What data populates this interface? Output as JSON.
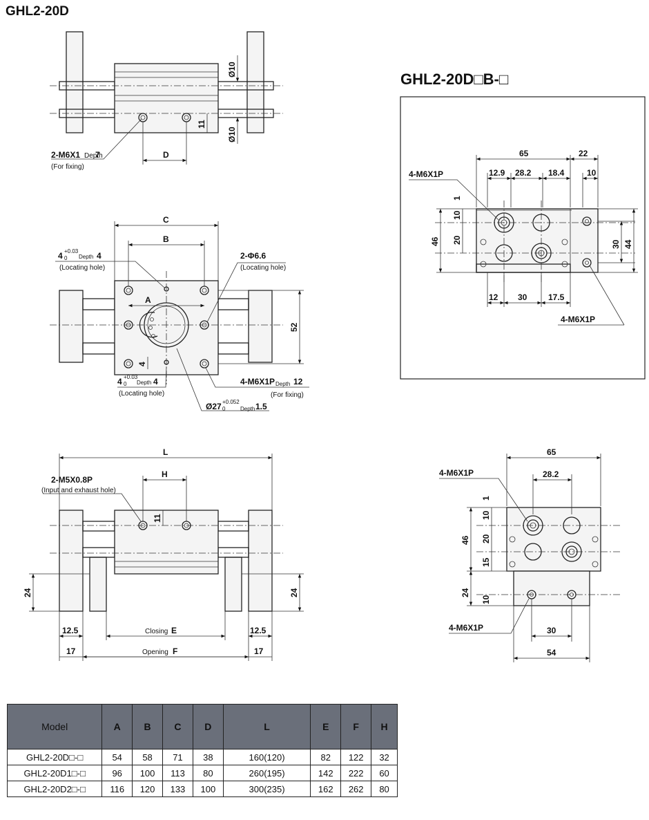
{
  "titles": {
    "main": "GHL2-20D",
    "option": "GHL2-20D□B-□"
  },
  "top_view": {
    "fixing_callout": "2-M6X1",
    "fixing_depth_label": "Depth",
    "fixing_depth_value": "7",
    "fixing_note": "(For fixing)",
    "dim_d": "D",
    "dim_11": "11",
    "dim_phi10_a": "Ø10",
    "dim_phi10_b": "Ø10"
  },
  "face_view": {
    "dim_c": "C",
    "dim_b": "B",
    "dim_a": "A",
    "dim_52": "52",
    "dim_4": "4",
    "loc_hole_top_main": "4",
    "loc_hole_top_tol": "+0.03",
    "loc_hole_top_tol0": "0",
    "loc_hole_top_depth_label": "Depth",
    "loc_hole_top_depth": "4",
    "loc_hole_top_note": "(Locating hole)",
    "phi66_callout": "2-Φ6.6",
    "phi66_note": "(Locating hole)",
    "loc_hole_bot_main": "4",
    "loc_hole_bot_tol": "+0.03",
    "loc_hole_bot_tol0": "0",
    "loc_hole_bot_depth_label": "Depth",
    "loc_hole_bot_depth": "4",
    "loc_hole_bot_note": "(Locating hole)",
    "fix_callout": "4-M6X1P",
    "fix_depth_label": "Depth",
    "fix_depth": "12",
    "fix_note": "(For fixing)",
    "bore_main": "Ø27",
    "bore_tol": "+0.052",
    "bore_tol0": "0",
    "bore_depth_label": "Depth",
    "bore_depth": "1.5"
  },
  "side_view": {
    "dim_l": "L",
    "dim_h": "H",
    "port_callout": "2-M5X0.8P",
    "port_note": "(Input and exhaust hole)",
    "dim_11": "11",
    "dim_24_left": "24",
    "dim_24_right": "24",
    "dim_125_left": "12.5",
    "dim_125_right": "12.5",
    "dim_17_left": "17",
    "dim_17_right": "17",
    "closing_label": "Closing",
    "closing_letter": "E",
    "opening_label": "Opening",
    "opening_letter": "F"
  },
  "option_view": {
    "dim_65": "65",
    "dim_22": "22",
    "dim_129": "12.9",
    "dim_282": "28.2",
    "dim_184": "18.4",
    "dim_10_top": "10",
    "callout_top": "4-M6X1P",
    "dim_1": "1",
    "dim_10": "10",
    "dim_20": "20",
    "dim_46": "46",
    "dim_30_right": "30",
    "dim_44": "44",
    "dim_12": "12",
    "dim_30_bottom": "30",
    "dim_175": "17.5",
    "callout_bottom": "4-M6X1P"
  },
  "bottom_right_view": {
    "dim_65": "65",
    "dim_282": "28.2",
    "callout_top": "4-M6X1P",
    "dim_1": "1",
    "dim_10": "10",
    "dim_20": "20",
    "dim_46": "46",
    "dim_15": "15",
    "dim_24": "24",
    "dim_10_low": "10",
    "callout_bottom": "4-M6X1P",
    "dim_30": "30",
    "dim_54": "54"
  },
  "table": {
    "headers": [
      "Model",
      "A",
      "B",
      "C",
      "D",
      "L",
      "E",
      "F",
      "H"
    ],
    "rows": [
      [
        "GHL2-20D□-□",
        "54",
        "58",
        "71",
        "38",
        "160(120)",
        "82",
        "122",
        "32"
      ],
      [
        "GHL2-20D1□-□",
        "96",
        "100",
        "113",
        "80",
        "260(195)",
        "142",
        "222",
        "60"
      ],
      [
        "GHL2-20D2□-□",
        "116",
        "120",
        "133",
        "100",
        "300(235)",
        "162",
        "262",
        "80"
      ]
    ]
  }
}
